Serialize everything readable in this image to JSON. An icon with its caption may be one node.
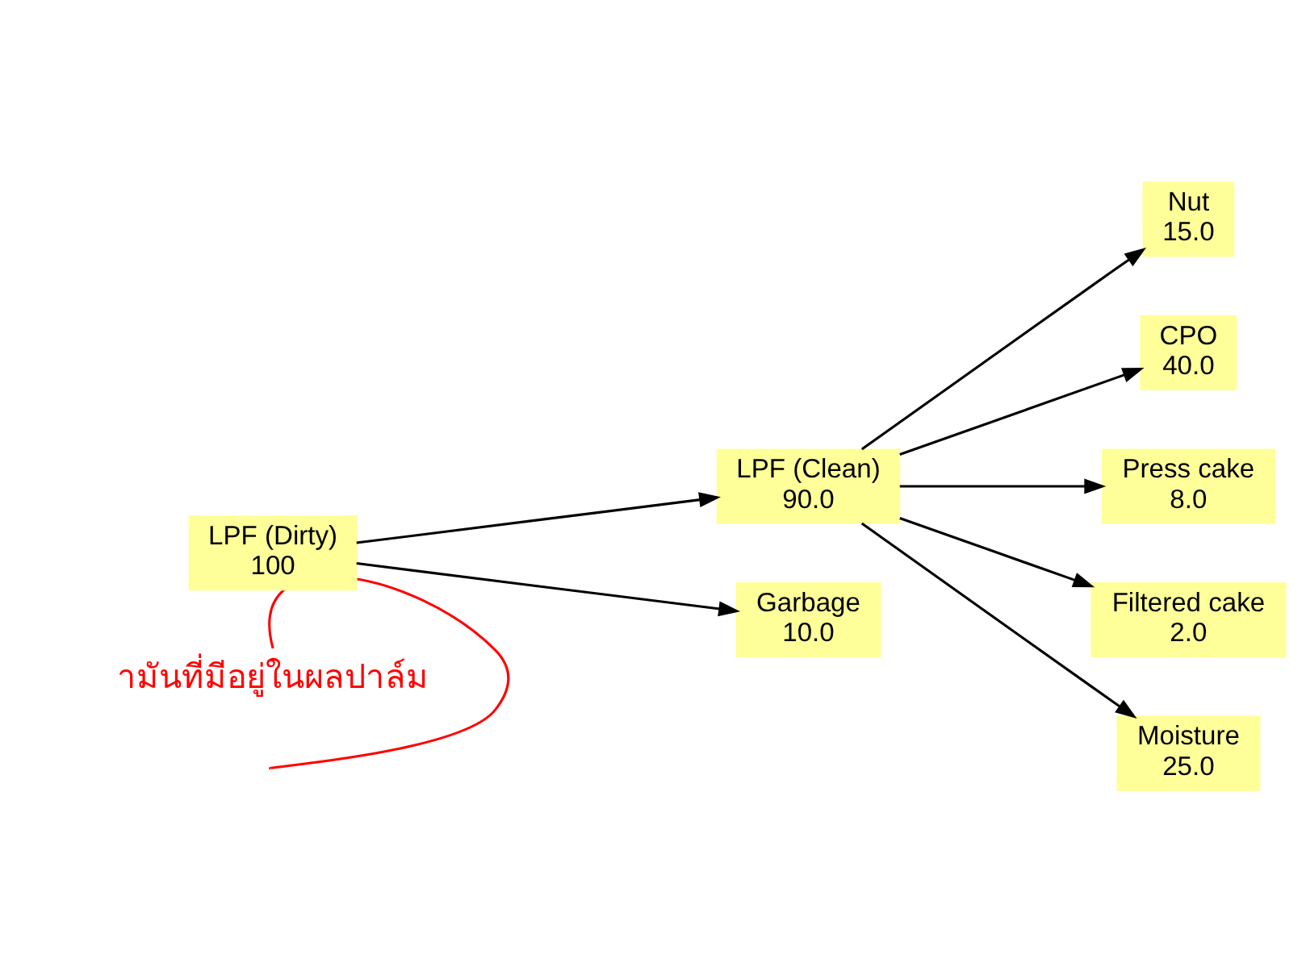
{
  "diagram": {
    "nodes": [
      {
        "text": [
          "ามันที่มีอยู่ในผลปาล์ม"
        ]
      },
      {
        "text": [
          "LPF (Dirty)",
          "100"
        ]
      },
      {
        "text": [
          "LPF (Clean)",
          "90.0"
        ]
      },
      {
        "text": [
          "Garbage",
          "10.0"
        ]
      },
      {
        "text": [
          "Nut",
          "15.0"
        ]
      },
      {
        "text": [
          "CPO",
          "40.0"
        ]
      },
      {
        "text": [
          "Press cake",
          "8.0"
        ]
      },
      {
        "text": [
          "Filtered cake",
          "2.0"
        ]
      },
      {
        "text": [
          "Moisture",
          "25.0"
        ]
      }
    ],
    "edges": [
      {
        "from": 0,
        "to": null,
        "arrow": "none",
        "color": "#ff0000"
      },
      {
        "from": 1,
        "to": 2,
        "arrow": "to"
      },
      {
        "from": 1,
        "to": 3,
        "arrow": "to"
      },
      {
        "from": 2,
        "to": 4,
        "arrow": "to"
      },
      {
        "from": 2,
        "to": 5,
        "arrow": "to"
      },
      {
        "from": 2,
        "to": 6,
        "arrow": "to"
      },
      {
        "from": 2,
        "to": 7,
        "arrow": "to"
      },
      {
        "from": 2,
        "to": 8,
        "arrow": "to"
      }
    ]
  }
}
